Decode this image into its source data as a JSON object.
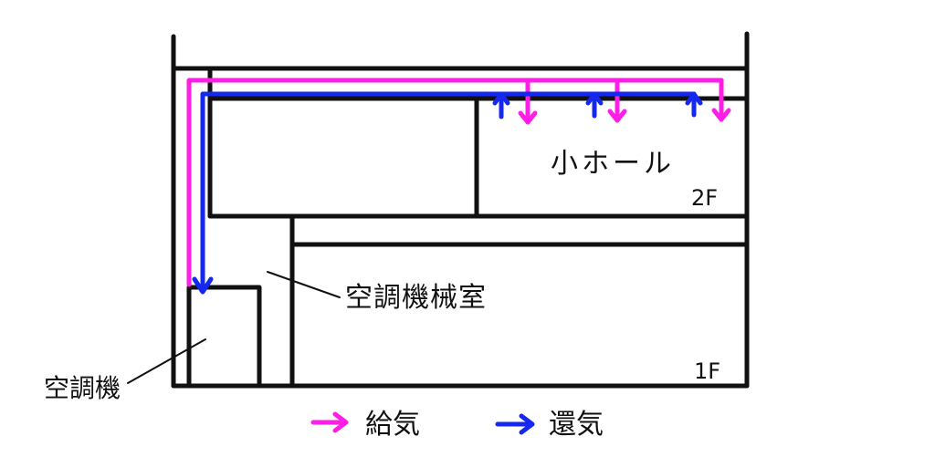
{
  "labels": {
    "small_hall": "小ホール",
    "floor_2": "2F",
    "floor_1": "1F",
    "machine_room": "空調機械室",
    "air_handler": "空調機",
    "legend_supply": "給気",
    "legend_return": "還気"
  },
  "colors": {
    "supply": "#ff1ee6",
    "return": "#1428f0",
    "structure": "#111111"
  }
}
